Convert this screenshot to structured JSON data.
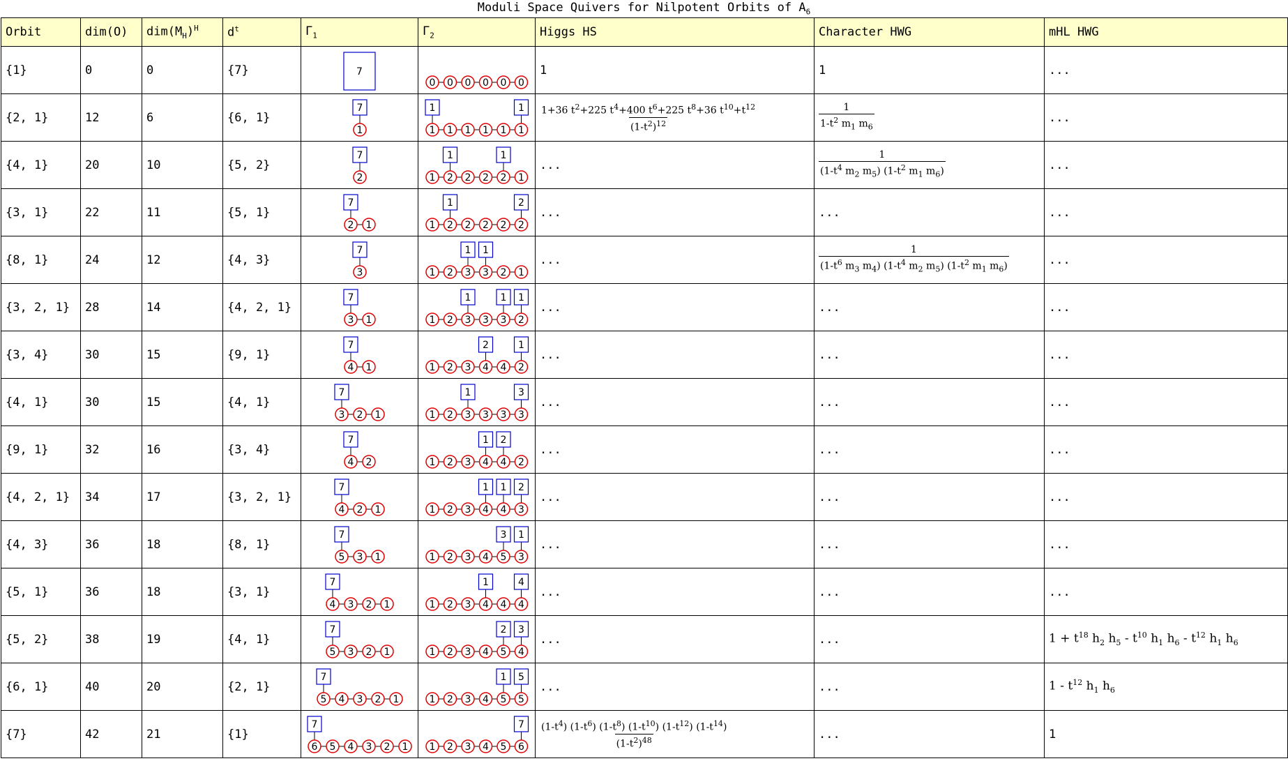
{
  "title": "Moduli Space Quivers for Nilpotent Orbits of A",
  "title_sub": "6",
  "headers": {
    "orbit": "Orbit",
    "dimO": "dim(O)",
    "dimMH": "dim(M",
    "dimMH_sub": "H",
    "dimMH_sup": "H",
    "dt": "d",
    "dt_sup": "t",
    "g1": "Γ",
    "g1_sub": "1",
    "g2": "Γ",
    "g2_sub": "2",
    "higgs": "Higgs HS",
    "char": "Character HWG",
    "mhl": "mHL HWG"
  },
  "rows": [
    {
      "orbit": "{1}",
      "dimO": "0",
      "dimMH": "0",
      "dt": "{7}",
      "g1": {
        "flavor": "7",
        "gauge": []
      },
      "g2": {
        "gauge": [
          "0",
          "0",
          "0",
          "0",
          "0",
          "0"
        ],
        "flavors": []
      },
      "higgs": "1",
      "char": "1",
      "mhl": "..."
    },
    {
      "orbit": "{2, 1}",
      "dimO": "12",
      "dimMH": "6",
      "dt": "{6, 1}",
      "g1": {
        "flavor": "7",
        "gauge": [
          "1"
        ]
      },
      "g2": {
        "gauge": [
          "1",
          "1",
          "1",
          "1",
          "1",
          "1"
        ],
        "flavors": [
          {
            "node": 0,
            "label": "1"
          },
          {
            "node": 5,
            "label": "1"
          }
        ]
      },
      "higgs_frac": {
        "num": "1+36 t<sup>2</sup>+225 t<sup>4</sup>+400 t<sup>6</sup>+225 t<sup>8</sup>+36 t<sup>10</sup>+t<sup>12</sup>",
        "den": "(1-t<sup>2</sup>)<sup>12</sup>"
      },
      "char_frac": {
        "num": "1",
        "den": "1-t<sup>2</sup> m<sub>1</sub> m<sub>6</sub>"
      },
      "mhl": "..."
    },
    {
      "orbit": "{4, 1}",
      "dimO": "20",
      "dimMH": "10",
      "dt": "{5, 2}",
      "g1": {
        "flavor": "7",
        "gauge": [
          "2"
        ]
      },
      "g2": {
        "gauge": [
          "1",
          "2",
          "2",
          "2",
          "2",
          "1"
        ],
        "flavors": [
          {
            "node": 1,
            "label": "1"
          },
          {
            "node": 4,
            "label": "1"
          }
        ]
      },
      "higgs": "...",
      "char_frac": {
        "num": "1",
        "den": "(1-t<sup>4</sup> m<sub>2</sub> m<sub>5</sub>) (1-t<sup>2</sup> m<sub>1</sub> m<sub>6</sub>)"
      },
      "mhl": "..."
    },
    {
      "orbit": "{3, 1}",
      "dimO": "22",
      "dimMH": "11",
      "dt": "{5, 1}",
      "g1": {
        "flavor": "7",
        "gauge": [
          "2",
          "1"
        ]
      },
      "g2": {
        "gauge": [
          "1",
          "2",
          "2",
          "2",
          "2",
          "2"
        ],
        "flavors": [
          {
            "node": 1,
            "label": "1"
          },
          {
            "node": 5,
            "label": "2"
          }
        ]
      },
      "higgs": "...",
      "char": "...",
      "mhl": "..."
    },
    {
      "orbit": "{8, 1}",
      "dimO": "24",
      "dimMH": "12",
      "dt": "{4, 3}",
      "g1": {
        "flavor": "7",
        "gauge": [
          "3"
        ]
      },
      "g2": {
        "gauge": [
          "1",
          "2",
          "3",
          "3",
          "2",
          "1"
        ],
        "flavors": [
          {
            "node": 2,
            "label": "1"
          },
          {
            "node": 3,
            "label": "1"
          }
        ]
      },
      "higgs": "...",
      "char_frac": {
        "num": "1",
        "den": "(1-t<sup>6</sup> m<sub>3</sub> m<sub>4</sub>) (1-t<sup>4</sup> m<sub>2</sub> m<sub>5</sub>) (1-t<sup>2</sup> m<sub>1</sub> m<sub>6</sub>)"
      },
      "mhl": "..."
    },
    {
      "orbit": "{3, 2, 1}",
      "dimO": "28",
      "dimMH": "14",
      "dt": "{4, 2, 1}",
      "g1": {
        "flavor": "7",
        "gauge": [
          "3",
          "1"
        ]
      },
      "g2": {
        "gauge": [
          "1",
          "2",
          "3",
          "3",
          "3",
          "2"
        ],
        "flavors": [
          {
            "node": 2,
            "label": "1"
          },
          {
            "node": 4,
            "label": "1"
          },
          {
            "node": 5,
            "label": "1"
          }
        ]
      },
      "higgs": "...",
      "char": "...",
      "mhl": "..."
    },
    {
      "orbit": "{3, 4}",
      "dimO": "30",
      "dimMH": "15",
      "dt": "{9, 1}",
      "g1": {
        "flavor": "7",
        "gauge": [
          "4",
          "1"
        ]
      },
      "g2": {
        "gauge": [
          "1",
          "2",
          "3",
          "4",
          "4",
          "2"
        ],
        "flavors": [
          {
            "node": 3,
            "label": "2"
          },
          {
            "node": 5,
            "label": "1"
          }
        ]
      },
      "higgs": "...",
      "char": "...",
      "mhl": "..."
    },
    {
      "orbit": "{4, 1}",
      "dimO": "30",
      "dimMH": "15",
      "dt": "{4, 1}",
      "g1": {
        "flavor": "7",
        "gauge": [
          "3",
          "2",
          "1"
        ]
      },
      "g2": {
        "gauge": [
          "1",
          "2",
          "3",
          "3",
          "3",
          "3"
        ],
        "flavors": [
          {
            "node": 2,
            "label": "1"
          },
          {
            "node": 5,
            "label": "3"
          }
        ]
      },
      "higgs": "...",
      "char": "...",
      "mhl": "..."
    },
    {
      "orbit": "{9, 1}",
      "dimO": "32",
      "dimMH": "16",
      "dt": "{3, 4}",
      "g1": {
        "flavor": "7",
        "gauge": [
          "4",
          "2"
        ]
      },
      "g2": {
        "gauge": [
          "1",
          "2",
          "3",
          "4",
          "4",
          "2"
        ],
        "flavors": [
          {
            "node": 3,
            "label": "1"
          },
          {
            "node": 4,
            "label": "2"
          }
        ]
      },
      "higgs": "...",
      "char": "...",
      "mhl": "..."
    },
    {
      "orbit": "{4, 2, 1}",
      "dimO": "34",
      "dimMH": "17",
      "dt": "{3, 2, 1}",
      "g1": {
        "flavor": "7",
        "gauge": [
          "4",
          "2",
          "1"
        ]
      },
      "g2": {
        "gauge": [
          "1",
          "2",
          "3",
          "4",
          "4",
          "3"
        ],
        "flavors": [
          {
            "node": 3,
            "label": "1"
          },
          {
            "node": 4,
            "label": "1"
          },
          {
            "node": 5,
            "label": "2"
          }
        ]
      },
      "higgs": "...",
      "char": "...",
      "mhl": "..."
    },
    {
      "orbit": "{4, 3}",
      "dimO": "36",
      "dimMH": "18",
      "dt": "{8, 1}",
      "g1": {
        "flavor": "7",
        "gauge": [
          "5",
          "3",
          "1"
        ]
      },
      "g2": {
        "gauge": [
          "1",
          "2",
          "3",
          "4",
          "5",
          "3"
        ],
        "flavors": [
          {
            "node": 4,
            "label": "3"
          },
          {
            "node": 5,
            "label": "1"
          }
        ]
      },
      "higgs": "...",
      "char": "...",
      "mhl": "..."
    },
    {
      "orbit": "{5, 1}",
      "dimO": "36",
      "dimMH": "18",
      "dt": "{3, 1}",
      "g1": {
        "flavor": "7",
        "gauge": [
          "4",
          "3",
          "2",
          "1"
        ]
      },
      "g2": {
        "gauge": [
          "1",
          "2",
          "3",
          "4",
          "4",
          "4"
        ],
        "flavors": [
          {
            "node": 3,
            "label": "1"
          },
          {
            "node": 5,
            "label": "4"
          }
        ]
      },
      "higgs": "...",
      "char": "...",
      "mhl": "..."
    },
    {
      "orbit": "{5, 2}",
      "dimO": "38",
      "dimMH": "19",
      "dt": "{4, 1}",
      "g1": {
        "flavor": "7",
        "gauge": [
          "5",
          "3",
          "2",
          "1"
        ]
      },
      "g2": {
        "gauge": [
          "1",
          "2",
          "3",
          "4",
          "5",
          "4"
        ],
        "flavors": [
          {
            "node": 4,
            "label": "2"
          },
          {
            "node": 5,
            "label": "3"
          }
        ]
      },
      "higgs": "...",
      "char": "...",
      "mhl_html": "1 + t<sup>18</sup> h<sub>2</sub> h<sub>5</sub> - t<sup>10</sup> h<sub>1</sub> h<sub>6</sub> - t<sup>12</sup> h<sub>1</sub> h<sub>6</sub>"
    },
    {
      "orbit": "{6, 1}",
      "dimO": "40",
      "dimMH": "20",
      "dt": "{2, 1}",
      "g1": {
        "flavor": "7",
        "gauge": [
          "5",
          "4",
          "3",
          "2",
          "1"
        ]
      },
      "g2": {
        "gauge": [
          "1",
          "2",
          "3",
          "4",
          "5",
          "5"
        ],
        "flavors": [
          {
            "node": 4,
            "label": "1"
          },
          {
            "node": 5,
            "label": "5"
          }
        ]
      },
      "higgs": "...",
      "char": "...",
      "mhl_html": "1 - t<sup>12</sup> h<sub>1</sub> h<sub>6</sub>"
    },
    {
      "orbit": "{7}",
      "dimO": "42",
      "dimMH": "21",
      "dt": "{1}",
      "g1": {
        "flavor": "7",
        "gauge": [
          "6",
          "5",
          "4",
          "3",
          "2",
          "1"
        ]
      },
      "g2": {
        "gauge": [
          "1",
          "2",
          "3",
          "4",
          "5",
          "6"
        ],
        "flavors": [
          {
            "node": 5,
            "label": "7"
          }
        ]
      },
      "higgs_frac": {
        "num": "(1-t<sup>4</sup>) (1-t<sup>6</sup>) (1-t<sup>8</sup>) (1-t<sup>10</sup>) (1-t<sup>12</sup>) (1-t<sup>14</sup>)",
        "den": "(1-t<sup>2</sup>)<sup>48</sup>"
      },
      "char": "...",
      "mhl": "1"
    }
  ],
  "colors": {
    "header_bg": "#ffffcc",
    "gauge_node": "#e00000",
    "flavor_node": "#0000cc"
  }
}
